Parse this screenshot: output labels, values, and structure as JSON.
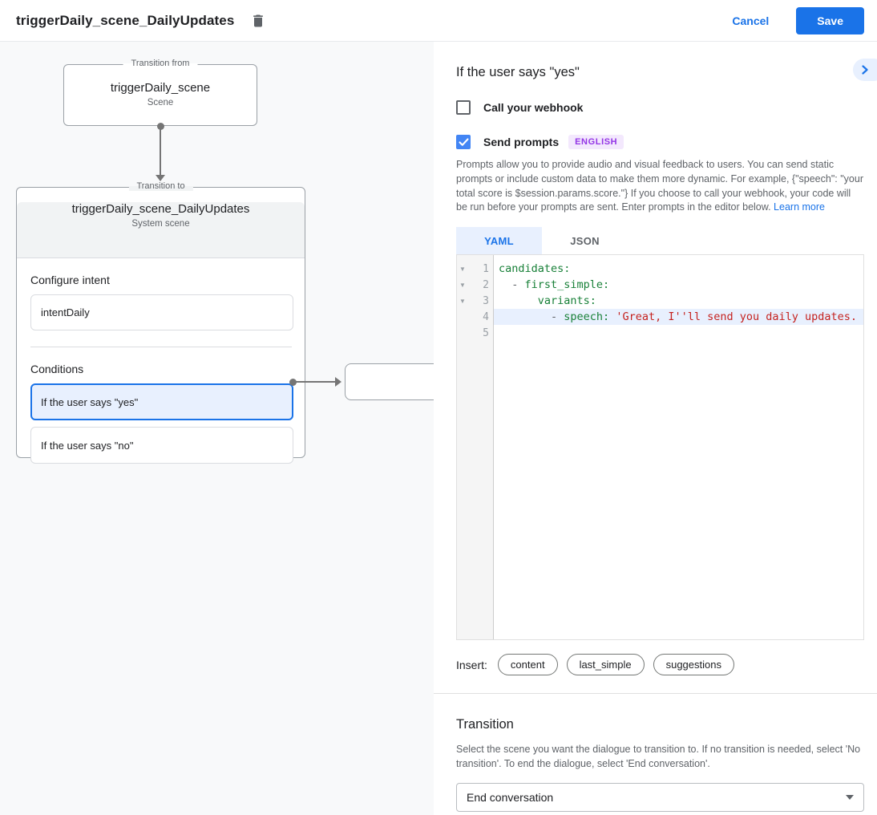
{
  "header": {
    "title": "triggerDaily_scene_DailyUpdates",
    "cancel_label": "Cancel",
    "save_label": "Save"
  },
  "diagram": {
    "from_box": {
      "legend": "Transition from",
      "title": "triggerDaily_scene",
      "subtitle": "Scene"
    },
    "to_box": {
      "legend": "Transition to",
      "title": "triggerDaily_scene_DailyUpdates",
      "subtitle": "System scene",
      "configure_intent_label": "Configure intent",
      "intent_value": "intentDaily",
      "conditions_label": "Conditions",
      "conditions": [
        {
          "label": "If the user says \"yes\"",
          "selected": true
        },
        {
          "label": "If the user says \"no\"",
          "selected": false
        }
      ]
    }
  },
  "panel": {
    "title": "If the user says \"yes\"",
    "webhook": {
      "label": "Call your webhook",
      "checked": false
    },
    "send_prompts": {
      "label": "Send prompts",
      "checked": true,
      "badge": "ENGLISH"
    },
    "description": "Prompts allow you to provide audio and visual feedback to users. You can send static prompts or include custom data to make them more dynamic. For example, {\"speech\": \"your total score is $session.params.score.\"} If you choose to call your webhook, your code will be run before your prompts are sent. Enter prompts in the editor below. ",
    "learn_more": "Learn more",
    "tabs": [
      {
        "label": "YAML",
        "active": true
      },
      {
        "label": "JSON",
        "active": false
      }
    ],
    "editor": {
      "fold_glyph": "▼",
      "lines": [
        {
          "number": 1,
          "segments": [
            {
              "t": "candidates:"
            }
          ]
        },
        {
          "number": 2,
          "segments": [
            {
              "t": "  - "
            },
            {
              "t": "first_simple:"
            }
          ]
        },
        {
          "number": 3,
          "segments": [
            {
              "t": "      "
            },
            {
              "t": "variants:"
            }
          ]
        },
        {
          "number": 4,
          "segments": [
            {
              "t": "        - "
            },
            {
              "t": "speech:"
            },
            {
              "t": " "
            },
            {
              "t": "'Great, I''ll send you daily updates."
            }
          ]
        },
        {
          "number": 5,
          "segments": []
        }
      ]
    },
    "insert": {
      "label": "Insert:",
      "chips": [
        "content",
        "last_simple",
        "suggestions"
      ]
    },
    "transition": {
      "title": "Transition",
      "description": "Select the scene you want the dialogue to transition to. If no transition is needed, select 'No transition'. To end the dialogue, select 'End conversation'.",
      "selected_value": "End conversation"
    }
  },
  "colors": {
    "accent_blue": "#1a73e8",
    "checkbox_blue": "#4285f4",
    "selected_bg": "#e8f0fe",
    "badge_purple": "#9334e6",
    "badge_bg": "#f3e8fd",
    "code_key": "#188038",
    "code_string": "#c5221f",
    "canvas_bg": "#f8f9fa"
  }
}
